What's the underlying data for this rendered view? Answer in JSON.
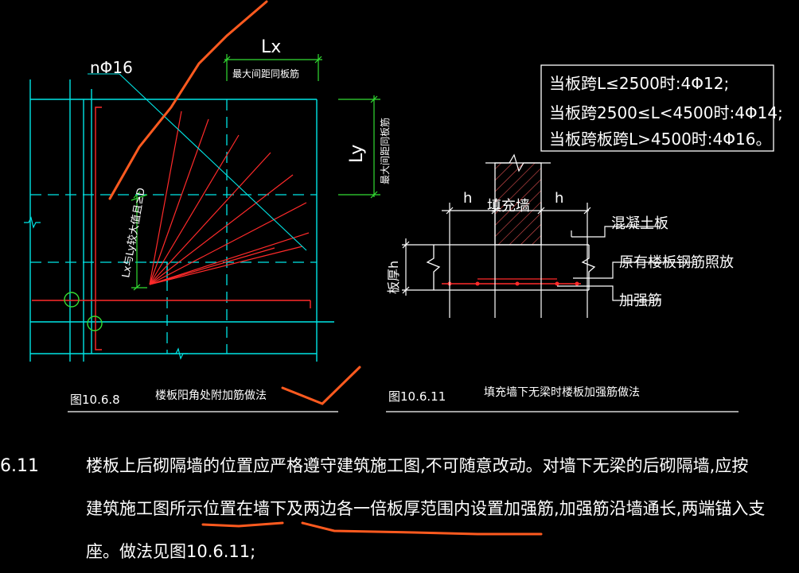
{
  "fig_left": {
    "label_n_phi": "nΦ16",
    "label_lx": "Lx",
    "label_lx_note": "最大间距同板筋",
    "label_ly": "Ly",
    "label_ly_note": "最大间距同板筋",
    "label_diag": "Lx与Ly较大值且≥D",
    "caption_num": "图10.6.8",
    "caption_title": "楼板阳角处附加筋做法"
  },
  "fig_right": {
    "rule_line_1": "当板跨L≤2500时:4Φ12;",
    "rule_line_2": "当板跨2500≤L<4500时:4Φ14;",
    "rule_line_3": "当板跨板跨L>4500时:4Φ16。",
    "label_h_left": "h",
    "label_h_right": "h",
    "label_fill_wall": "填充墙",
    "label_concrete_slab": "混凝土板",
    "label_original_rebar": "原有楼板钢筋照放",
    "label_added_rebar": "加强筋",
    "label_slab_thickness": "板厚h",
    "caption_num": "图10.6.11",
    "caption_title": "填充墙下无梁时楼板加强筋做法"
  },
  "body_text": {
    "section_number": "6.11",
    "line_1": "楼板上后砌隔墙的位置应严格遵守建筑施工图,不可随意改动。对墙下无梁的后砌隔墙,应按",
    "line_2": "建筑施工图所示位置在墙下及两边各一倍板厚范围内设置加强筋,加强筋沿墙通长,两端锚入支",
    "line_3": "座。做法见图10.6.11;"
  },
  "colors": {
    "background": "#000000",
    "cyan": "#00e5e5",
    "red": "#ff2a2a",
    "green": "#33dd33",
    "white": "#ffffff",
    "orange": "#ff5a1f",
    "hatch": "#e05050"
  }
}
